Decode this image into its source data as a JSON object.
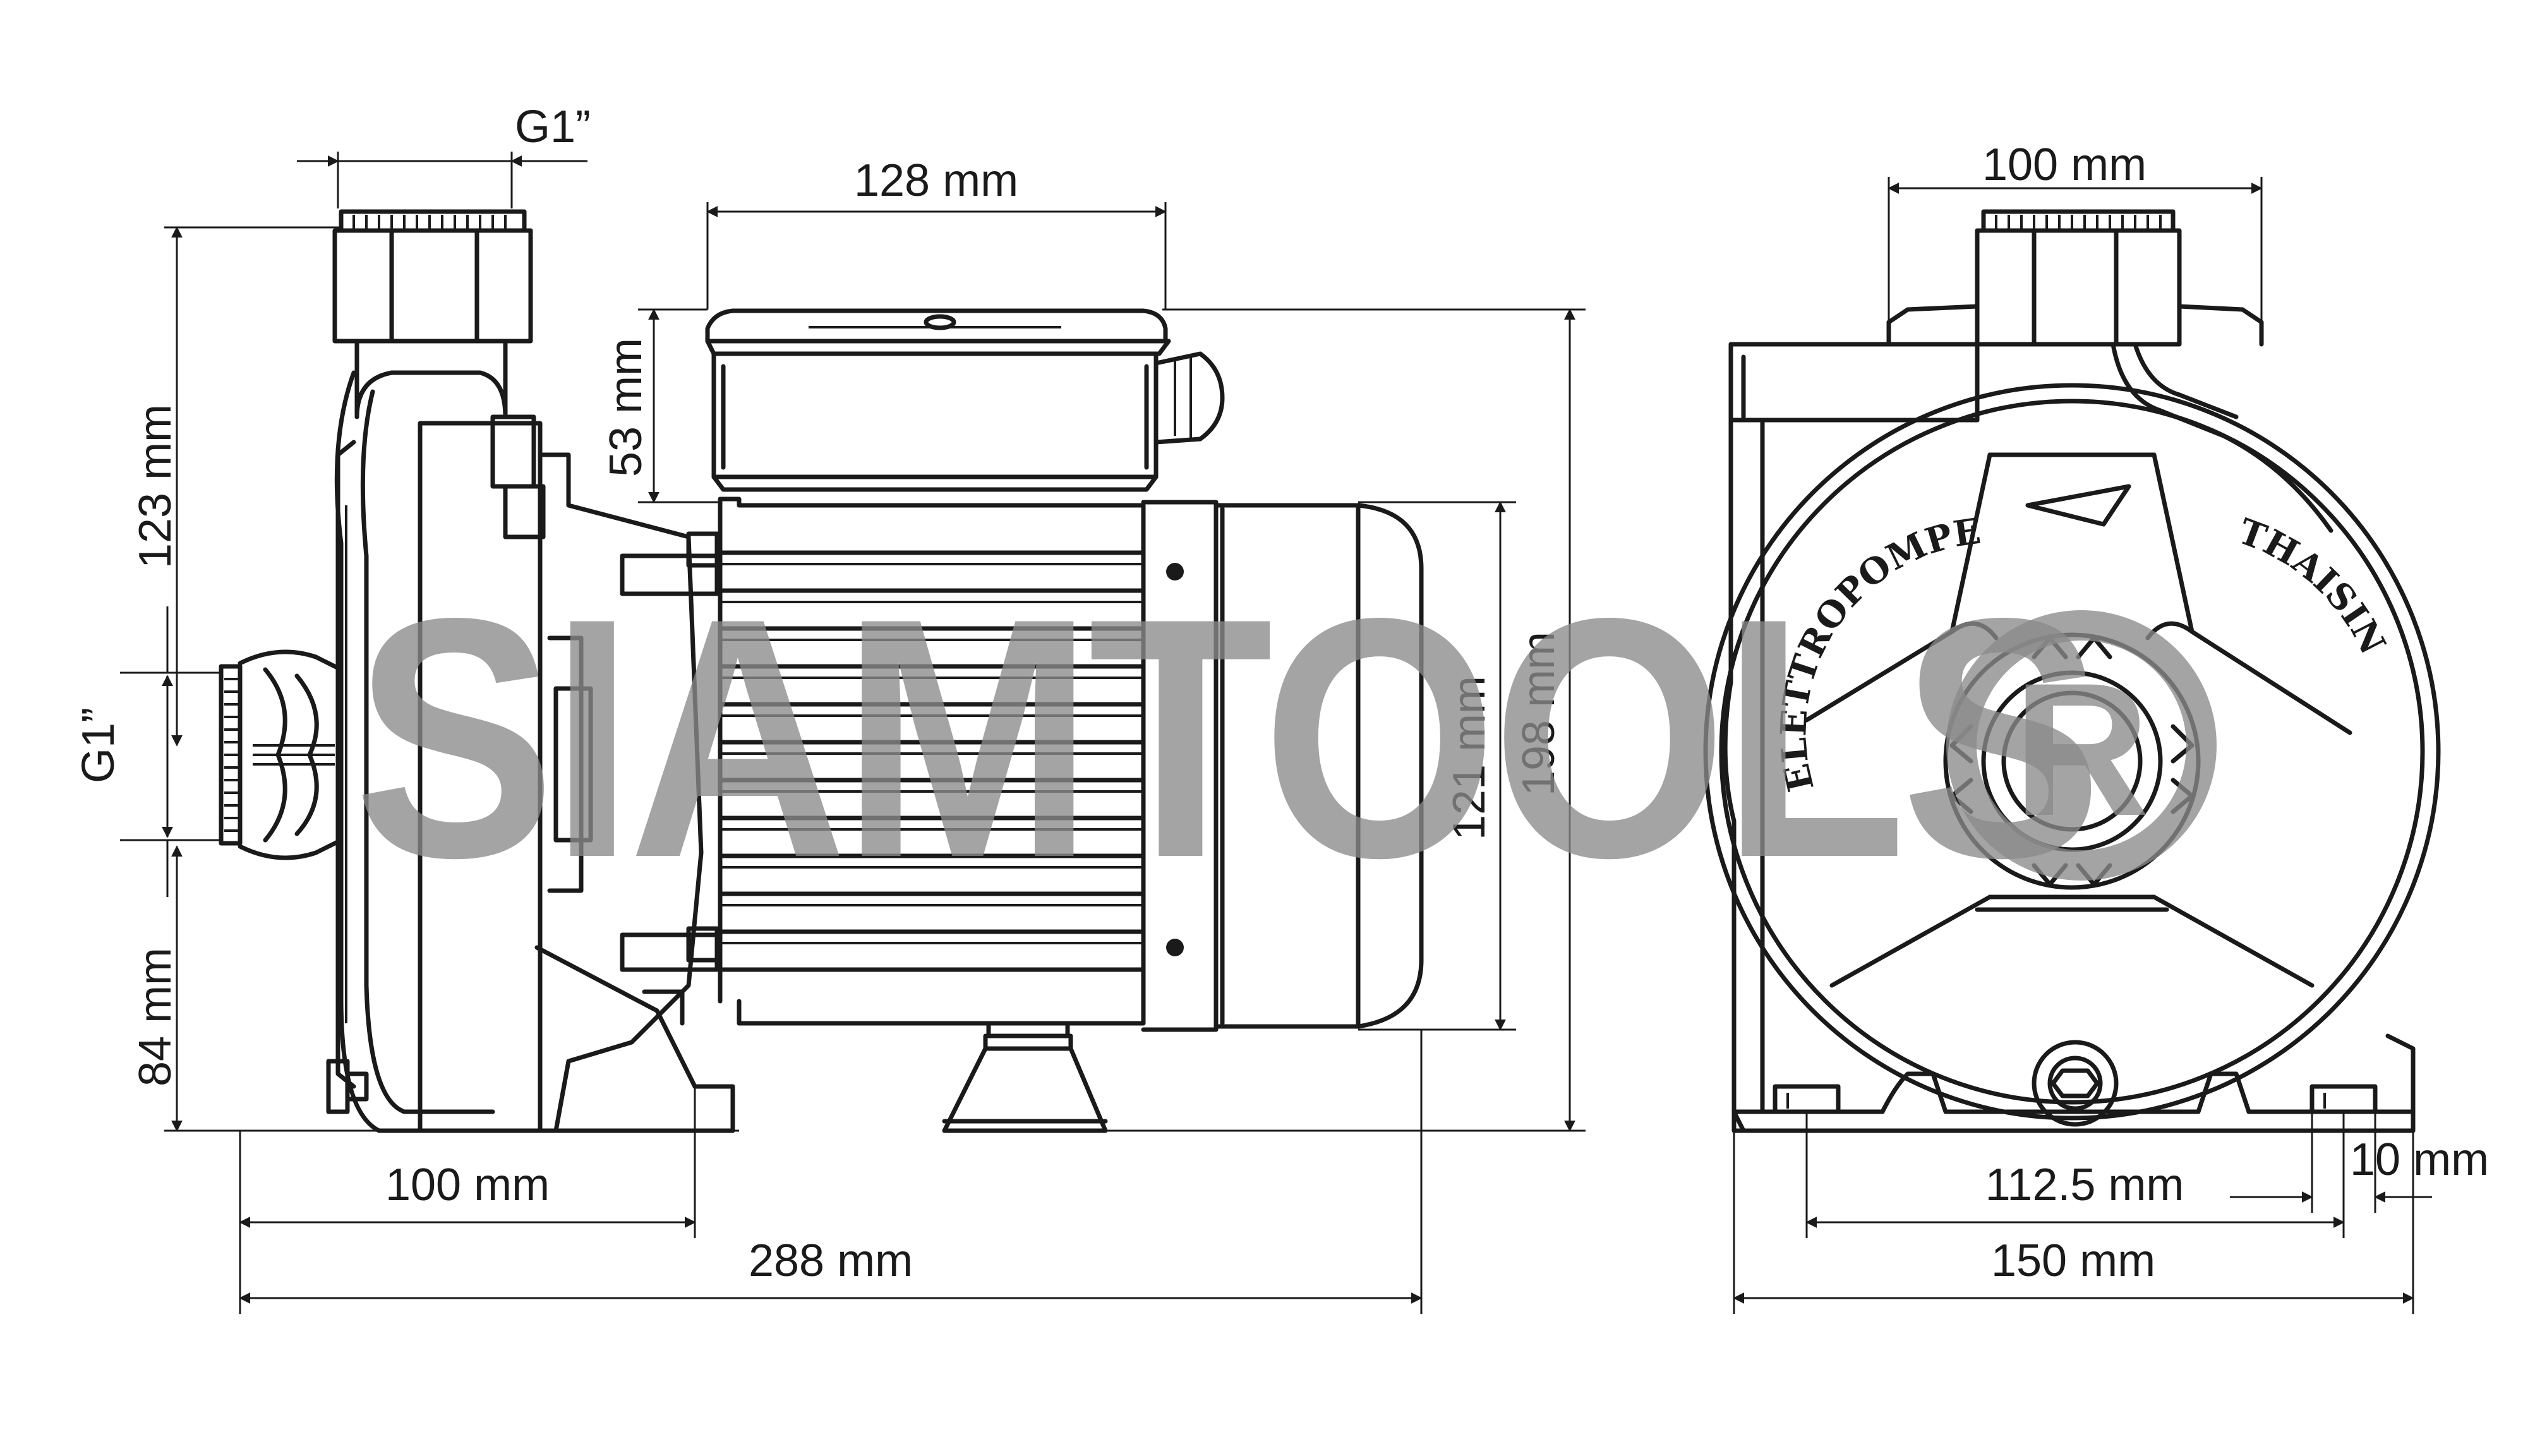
{
  "dimensions": {
    "outlet_thread_top": "G1”",
    "outlet_to_top": "123 mm",
    "inlet_thread_side": "G1”",
    "base_to_axis": "84 mm",
    "motor_cover_length": "128 mm",
    "terminal_box_height": "53 mm",
    "motor_diameter": "121 mm",
    "overall_height": "198 mm",
    "foot_to_inlet": "100 mm",
    "overall_length": "288 mm",
    "front_top_width": "100 mm",
    "foot_hole_spacing": "112.5 mm",
    "foot_hole_diameter": "10 mm",
    "base_width": "150 mm"
  },
  "pump_labels": {
    "left_arc": "ELETTROPOMPE",
    "right_arc": "THAISIN"
  },
  "watermark": {
    "text": "SIAMTOOLS",
    "mark": "R"
  }
}
